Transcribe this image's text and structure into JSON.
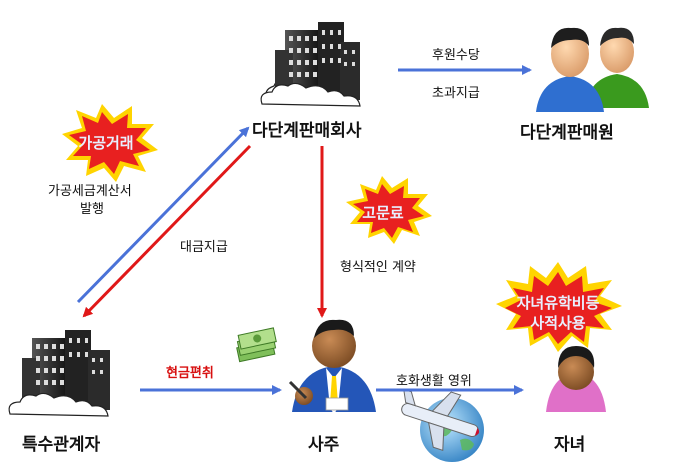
{
  "nodes": {
    "company": "다단계판매회사",
    "members": "다단계판매원",
    "related": "특수관계자",
    "owner": "사주",
    "children": "자녀"
  },
  "edges": {
    "commission_line1": "후원수당",
    "commission_line2": "초과지급",
    "fake_invoice_line1": "가공세금계산서",
    "fake_invoice_line2": "발행",
    "payment": "대금지급",
    "contract": "형식적인 계약",
    "cash": "현금편취",
    "luxury": "호화생활 영위"
  },
  "bursts": {
    "fake_trade": "가공거래",
    "advisor_fee": "고문료",
    "study_line1": "자녀유학비등",
    "study_line2": "사적사용"
  },
  "colors": {
    "blue_arrow": "#4a72d8",
    "red_arrow": "#e01818",
    "burst_red": "#e82020",
    "burst_yellow": "#ffd400"
  }
}
